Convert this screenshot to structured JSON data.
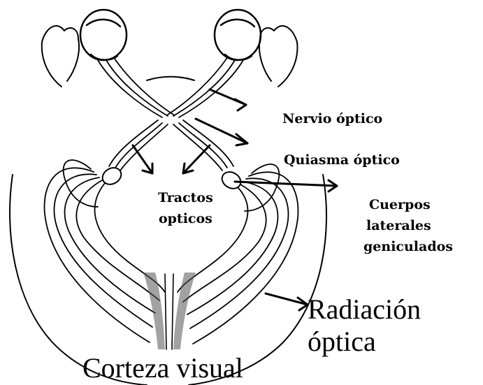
{
  "diagram": {
    "labels": {
      "optic_nerve": "Nervio óptico",
      "optic_chiasm": "Quiasma óptico",
      "optic_tracts": [
        "Tractos",
        "opticos"
      ],
      "lateral_geniculate": [
        "Cuerpos",
        "laterales",
        "geniculados"
      ],
      "optic_radiation": [
        "Radiación",
        "óptica"
      ],
      "visual_cortex": "Corteza visual"
    },
    "colors": {
      "ink": "#000000",
      "background": "#ffffff",
      "stipple": "#555555"
    }
  }
}
